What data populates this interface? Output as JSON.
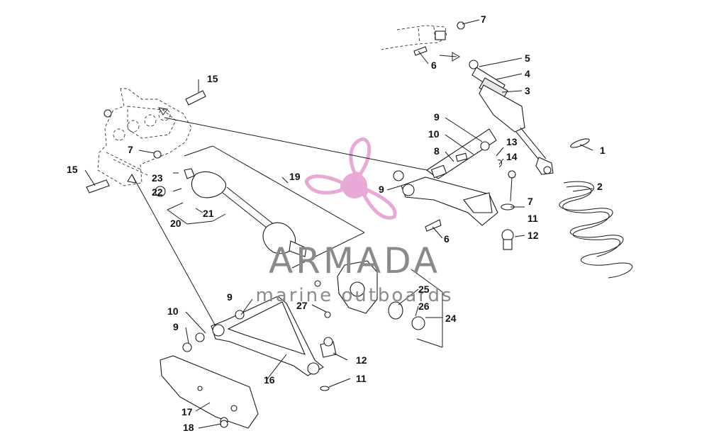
{
  "watermark": {
    "brand": "ARMADA",
    "tagline": "marine outboards",
    "brand_color": "#8a8a8a",
    "logo_color": "#e59bd0"
  },
  "callouts": [
    {
      "id": "c1",
      "label": "1"
    },
    {
      "id": "c2",
      "label": "2"
    },
    {
      "id": "c3",
      "label": "3"
    },
    {
      "id": "c4",
      "label": "4"
    },
    {
      "id": "c5",
      "label": "5"
    },
    {
      "id": "c6a",
      "label": "6"
    },
    {
      "id": "c6b",
      "label": "6"
    },
    {
      "id": "c7a",
      "label": "7"
    },
    {
      "id": "c7b",
      "label": "7"
    },
    {
      "id": "c7c",
      "label": "7"
    },
    {
      "id": "c8",
      "label": "8"
    },
    {
      "id": "c9a",
      "label": "9"
    },
    {
      "id": "c9b",
      "label": "9"
    },
    {
      "id": "c9c",
      "label": "9"
    },
    {
      "id": "c9d",
      "label": "9"
    },
    {
      "id": "c10a",
      "label": "10"
    },
    {
      "id": "c10b",
      "label": "10"
    },
    {
      "id": "c11a",
      "label": "11"
    },
    {
      "id": "c11b",
      "label": "11"
    },
    {
      "id": "c12a",
      "label": "12"
    },
    {
      "id": "c12b",
      "label": "12"
    },
    {
      "id": "c13",
      "label": "13"
    },
    {
      "id": "c14",
      "label": "14"
    },
    {
      "id": "c15a",
      "label": "15"
    },
    {
      "id": "c15b",
      "label": "15"
    },
    {
      "id": "c16",
      "label": "16"
    },
    {
      "id": "c17",
      "label": "17"
    },
    {
      "id": "c18",
      "label": "18"
    },
    {
      "id": "c19",
      "label": "19"
    },
    {
      "id": "c20",
      "label": "20"
    },
    {
      "id": "c21",
      "label": "21"
    },
    {
      "id": "c22",
      "label": "22"
    },
    {
      "id": "c23",
      "label": "23"
    },
    {
      "id": "c24",
      "label": "24"
    },
    {
      "id": "c25",
      "label": "25"
    },
    {
      "id": "c26",
      "label": "26"
    },
    {
      "id": "c27",
      "label": "27"
    }
  ]
}
